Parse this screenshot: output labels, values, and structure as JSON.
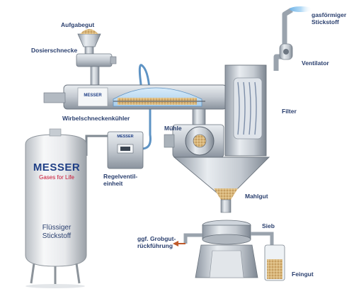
{
  "colors": {
    "label": "#2a3f6e",
    "brand_blue": "#1f3f86",
    "brand_red": "#c8102e",
    "nitrogen_blue": "#7fb8e6",
    "granule": "#c9a46a"
  },
  "labels": {
    "aufgabegut": "Aufgabegut",
    "dosierschnecke": "Dosierschnecke",
    "wirbelschneckenkuehler": "Wirbelschneckenkühler",
    "muehle": "Mühle",
    "regelventil": "Regelventil-\neinheit",
    "gasfoermiger": "gasförmiger\nStickstoff",
    "ventilator": "Ventilator",
    "filter": "Filter",
    "mahlgut": "Mahlgut",
    "sieb": "Sieb",
    "grobgut": "ggf. Grobgut-\nrückführung",
    "feingut": "Feingut"
  },
  "tank": {
    "brand": "MESSER",
    "tagline": "Gases for Life",
    "content": "Flüssiger\nStickstoff"
  },
  "small_brand": "MESSER"
}
